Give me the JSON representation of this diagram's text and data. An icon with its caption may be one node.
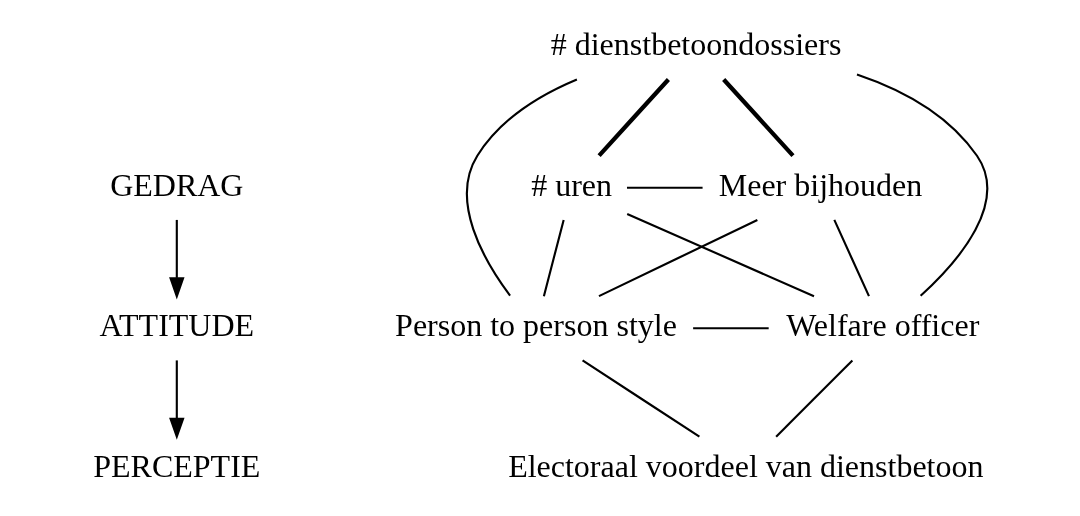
{
  "diagram": {
    "nodes": [
      {
        "text": [
          "GEDRAG"
        ]
      },
      {
        "text": [
          "ATTITUDE"
        ]
      },
      {
        "text": [
          "PERCEPTIE"
        ]
      },
      {
        "text": [
          "# dienstbetoondossiers"
        ]
      },
      {
        "text": [
          "# uren"
        ]
      },
      {
        "text": [
          "Meer bijhouden"
        ]
      },
      {
        "text": [
          "Person to person style"
        ]
      },
      {
        "text": [
          "Welfare officer"
        ]
      },
      {
        "text": [
          "Electoraal voordeel van dienstbetoon"
        ]
      }
    ],
    "edges": [
      {
        "from": 0,
        "to": 1,
        "arrow": "to"
      },
      {
        "from": 1,
        "to": 2,
        "arrow": "to"
      },
      {
        "from": 3,
        "to": 4,
        "arrow": "none",
        "style": "thick"
      },
      {
        "from": 3,
        "to": 6,
        "arrow": "none"
      },
      {
        "from": 3,
        "to": 7,
        "arrow": "none"
      },
      {
        "from": 3,
        "to": 5,
        "arrow": "none",
        "style": "thick"
      },
      {
        "from": 4,
        "to": 5,
        "arrow": "none"
      },
      {
        "from": 4,
        "to": 6,
        "arrow": "none"
      },
      {
        "from": 4,
        "to": 7,
        "arrow": "none"
      },
      {
        "from": 5,
        "to": 6,
        "arrow": "none"
      },
      {
        "from": 5,
        "to": 7,
        "arrow": "none"
      },
      {
        "from": 6,
        "to": 7,
        "arrow": "none"
      },
      {
        "from": 6,
        "to": 8,
        "arrow": "none"
      },
      {
        "from": 7,
        "to": 8,
        "arrow": "none"
      }
    ]
  }
}
